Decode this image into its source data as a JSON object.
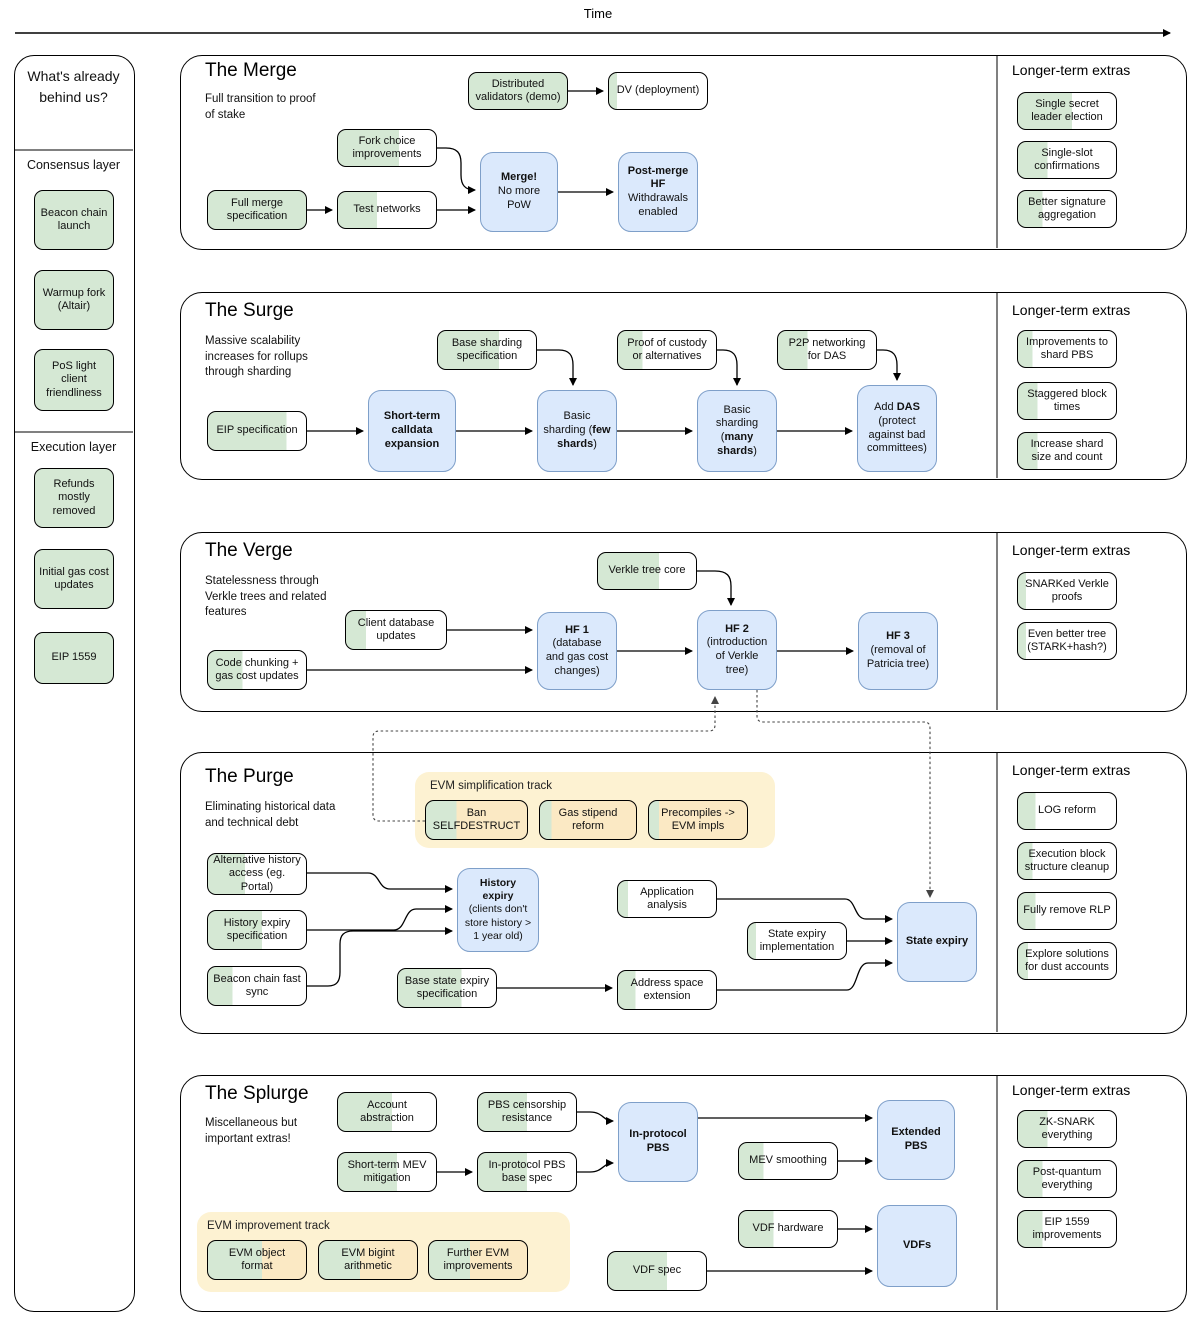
{
  "time_label": "Time",
  "colors": {
    "green": "#d5e8d4",
    "blue": "#dbe9fc",
    "blue_border": "#7e9fc9",
    "track_bg": "#fdf2d2",
    "track_box": "#fbe9c4"
  },
  "behind": {
    "title": "What's already behind us?",
    "consensus_header": "Consensus layer",
    "consensus_items": [
      {
        "label": "Beacon chain launch",
        "progress": 100
      },
      {
        "label": "Warmup fork (Altair)",
        "progress": 100
      },
      {
        "label": "PoS light client friendliness",
        "progress": 100
      }
    ],
    "execution_header": "Execution layer",
    "execution_items": [
      {
        "label": "Refunds mostly removed",
        "progress": 100
      },
      {
        "label": "Initial gas cost updates",
        "progress": 100
      },
      {
        "label": "EIP 1559",
        "progress": 100
      }
    ]
  },
  "merge": {
    "title": "The Merge",
    "subtitle": "Full transition to proof of stake",
    "extras_header": "Longer-term extras",
    "nodes": {
      "distributed_validators": {
        "label": "Distributed validators (demo)",
        "progress": 100
      },
      "dv_deployment": {
        "label": "DV (deployment)",
        "progress": 8
      },
      "fork_choice": {
        "label": "Fork choice improvements",
        "progress": 62
      },
      "full_merge_spec": {
        "label": "Full merge specification",
        "progress": 100
      },
      "test_networks": {
        "label": "Test networks",
        "progress": 40
      }
    },
    "milestones": {
      "merge_now": {
        "bold": "Merge!",
        "rest": "No more PoW"
      },
      "postmerge_hf": {
        "bold": "Post-merge HF",
        "rest": "Withdrawals enabled"
      }
    },
    "extras": [
      {
        "label": "Single secret leader election",
        "progress": 55
      },
      {
        "label": "Single-slot confirmations",
        "progress": 30
      },
      {
        "label": "Better signature aggregation",
        "progress": 25
      }
    ]
  },
  "surge": {
    "title": "The Surge",
    "subtitle": "Massive scalability increases for rollups through sharding",
    "extras_header": "Longer-term extras",
    "nodes": {
      "eip_spec": {
        "label": "EIP specification",
        "progress": 80
      },
      "base_sharding_spec": {
        "label": "Base sharding specification",
        "progress": 62
      },
      "proof_custody": {
        "label": "Proof of custody or alternatives",
        "progress": 25
      },
      "p2p_das": {
        "label": "P2P networking for DAS",
        "progress": 30
      }
    },
    "milestones": {
      "calldata": {
        "bold": "Short-term calldata expansion"
      },
      "basic_few": {
        "pre": "Basic sharding (",
        "bold": "few shards",
        "post": ")"
      },
      "basic_many": {
        "pre": "Basic sharding (",
        "bold": "many shards",
        "post": ")"
      },
      "add_das": {
        "pre": "Add ",
        "bold": "DAS",
        "post": " (protect against bad committees)"
      }
    },
    "extras": [
      {
        "label": "Improvements to shard PBS",
        "progress": 15
      },
      {
        "label": "Staggered block times",
        "progress": 20
      },
      {
        "label": "Increase shard size and count",
        "progress": 20
      }
    ]
  },
  "verge": {
    "title": "The Verge",
    "subtitle": "Statelessness through Verkle trees and related features",
    "extras_header": "Longer-term extras",
    "nodes": {
      "verkle_core": {
        "label": "Verkle tree core",
        "progress": 62
      },
      "client_db": {
        "label": "Client database updates",
        "progress": 20
      },
      "code_chunking": {
        "label": "Code chunking + gas cost updates",
        "progress": 35
      }
    },
    "milestones": {
      "hf1": {
        "bold": "HF 1",
        "rest": "(database and gas cost changes)"
      },
      "hf2": {
        "bold": "HF 2",
        "rest": "(introduction of Verkle tree)"
      },
      "hf3": {
        "bold": "HF 3",
        "rest": "(removal of Patricia tree)"
      }
    },
    "extras": [
      {
        "label": "SNARKed Verkle proofs",
        "progress": 8
      },
      {
        "label": "Even better tree (STARK+hash?)",
        "progress": 8
      }
    ]
  },
  "purge": {
    "title": "The Purge",
    "subtitle": "Eliminating historical data and technical debt",
    "extras_header": "Longer-term extras",
    "track_label": "EVM simplification track",
    "nodes": {
      "ban_selfdestruct": {
        "label": "Ban SELFDESTRUCT",
        "progress": 30
      },
      "gas_stipend": {
        "label": "Gas stipend reform",
        "progress": 12
      },
      "precompiles": {
        "label": "Precompiles -> EVM impls",
        "progress": 10
      },
      "alt_history": {
        "label": "Alternative history access (eg. Portal)",
        "progress": 38
      },
      "history_expiry_spec": {
        "label": "History expiry specification",
        "progress": 55
      },
      "beacon_fast_sync": {
        "label": "Beacon chain fast sync",
        "progress": 25
      },
      "base_state_expiry": {
        "label": "Base state expiry specification",
        "progress": 65
      },
      "application_analysis": {
        "label": "Application analysis",
        "progress": 10
      },
      "state_expiry_impl": {
        "label": "State expiry implementation",
        "progress": 8
      },
      "address_space": {
        "label": "Address space extension",
        "progress": 18
      }
    },
    "milestones": {
      "history_expiry": {
        "bold": "History expiry",
        "rest": "(clients don't store history > 1 year old)"
      },
      "state_expiry": {
        "bold": "State expiry"
      }
    },
    "extras": [
      {
        "label": "LOG reform",
        "progress": 18
      },
      {
        "label": "Execution block structure cleanup",
        "progress": 15
      },
      {
        "label": "Fully remove RLP",
        "progress": 18
      },
      {
        "label": "Explore solutions for dust accounts",
        "progress": 10
      }
    ]
  },
  "splurge": {
    "title": "The Splurge",
    "subtitle": "Miscellaneous but important extras!",
    "extras_header": "Longer-term extras",
    "track_label": "EVM improvement track",
    "nodes": {
      "account_abstraction": {
        "label": "Account abstraction",
        "progress": 55
      },
      "pbs_censorship": {
        "label": "PBS censorship resistance",
        "progress": 50
      },
      "short_term_mev": {
        "label": "Short-term MEV mitigation",
        "progress": 60
      },
      "inprotocol_pbs_base": {
        "label": "In-protocol PBS base spec",
        "progress": 50
      },
      "mev_smoothing": {
        "label": "MEV smoothing",
        "progress": 25
      },
      "vdf_hardware": {
        "label": "VDF hardware",
        "progress": 35
      },
      "vdf_spec": {
        "label": "VDF spec",
        "progress": 60
      },
      "evm_object": {
        "label": "EVM object format",
        "progress": 55
      },
      "evm_bigint": {
        "label": "EVM bigint arithmetic",
        "progress": 42
      },
      "further_evm": {
        "label": "Further EVM improvements",
        "progress": 42
      }
    },
    "milestones": {
      "inprotocol_pbs": {
        "bold": "In-protocol PBS"
      },
      "extended_pbs": {
        "bold": "Extended PBS"
      },
      "vdfs": {
        "bold": "VDFs"
      }
    },
    "extras": [
      {
        "label": "ZK-SNARK everything",
        "progress": 30
      },
      {
        "label": "Post-quantum everything",
        "progress": 25
      },
      {
        "label": "EIP 1559 improvements",
        "progress": 25
      }
    ]
  }
}
